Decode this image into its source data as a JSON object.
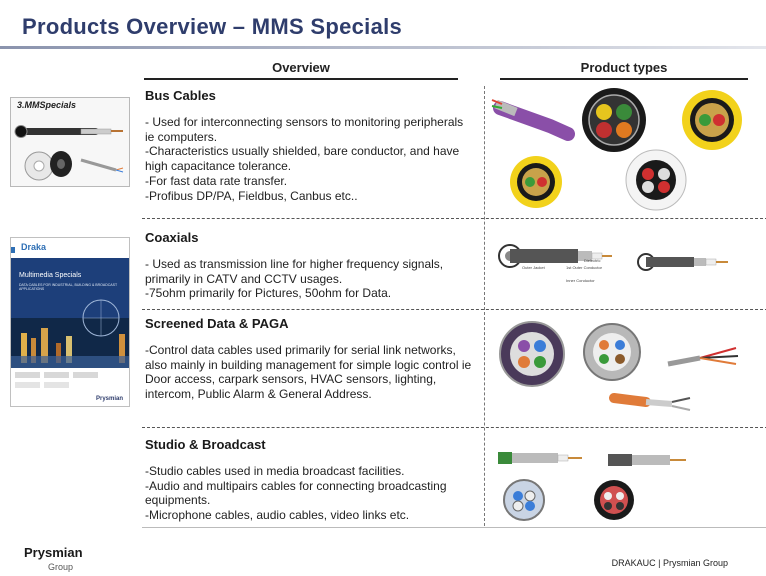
{
  "page": {
    "title": "Products Overview – MMS Specials"
  },
  "columns": {
    "overview": "Overview",
    "product_types": "Product types"
  },
  "thumbnail": {
    "label": "3.MMSpecials"
  },
  "brochure": {
    "brand": "Draka",
    "title": "Multimedia Specials",
    "subtitle": "DATA CABLES FOR INDUSTRIAL, BUILDING & BROADCAST APPLICATIONS",
    "publisher": "Prysmian"
  },
  "sections": [
    {
      "title": "Bus Cables",
      "lines": [
        "- Used for interconnecting sensors to monitoring peripherals ie computers.",
        "-Characteristics usually shielded, bare conductor, and have high capacitance tolerance.",
        "-For fast data rate transfer.",
        "-Profibus DP/PA, Fieldbus, Canbus etc.."
      ]
    },
    {
      "title": "Coaxials",
      "lines": [
        "- Used as transmission line for higher frequency signals, primarily in CATV and CCTV usages.",
        "-75ohm primarily for Pictures, 50ohm for Data."
      ]
    },
    {
      "title": "Screened Data & PAGA",
      "lines": [
        "-Control data cables used primarily for serial link networks, also mainly in building management for simple logic control ie Door access, carpark sensors, HVAC sensors, lighting, intercom, Public Alarm & General Address."
      ]
    },
    {
      "title": "Studio & Broadcast",
      "lines": [
        "-Studio cables used in media broadcast facilities.",
        "-Audio and multipairs cables for connecting broadcasting equipments.",
        "-Microphone cables, audio cables, video links etc."
      ]
    }
  ],
  "coax_labels": {
    "outer_jacket": "Outer Jacket",
    "outer_conductor": "1st Outer Conductor",
    "dielectric": "Dielectric",
    "inner_conductor": "Inner Conductor"
  },
  "footer": {
    "logo": "Prysmian",
    "logo_sub": "Group",
    "right": "DRAKAUC | Prysmian Group"
  },
  "colors": {
    "title": "#2f3d6c",
    "bus_purple": "#8a4fa8",
    "bus_yellow": "#f2d21b",
    "brochure_blue": "#2e6fb5"
  }
}
